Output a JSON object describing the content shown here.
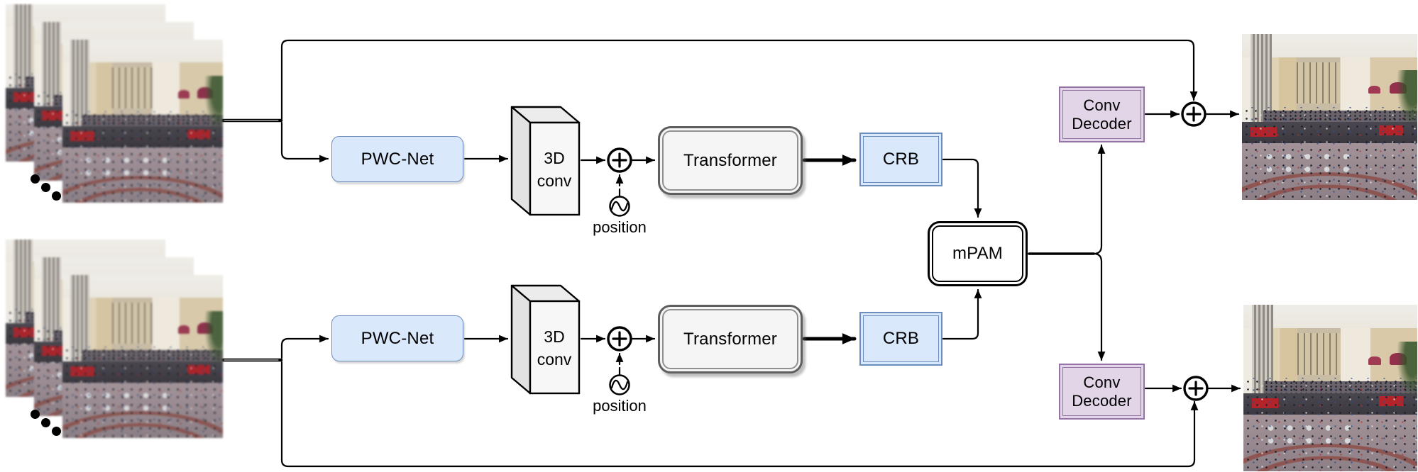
{
  "figure": {
    "kind": "model-architecture-diagram",
    "labels": {
      "pwc_net": "PWC-Net",
      "conv3d": [
        "3D",
        "conv"
      ],
      "position": "position",
      "transformer": "Transformer",
      "crb": "CRB",
      "mpam": "mPAM",
      "conv_decoder": [
        "Conv",
        "Decoder"
      ]
    },
    "colors": {
      "block-blue-fill": "#dae8fc",
      "block-blue-border": "#6c8ebf",
      "block-gray-fill": "#f5f5f5",
      "block-gray-border": "#5e5e5e",
      "block-purple-fill": "#e1d5e7",
      "block-purple-border": "#9673a6",
      "wire": "#000000"
    },
    "connections": [
      "input frame stack (top) -> PWC-Net -> 3D conv -> plus (with position encoding) -> Transformer -> CRB -> mPAM",
      "input frame stack (bottom) -> PWC-Net -> 3D conv -> plus (with position encoding) -> Transformer -> CRB -> mPAM",
      "mPAM -> Conv Decoder (top) -> plus -> output frame (top)",
      "mPAM -> Conv Decoder (bottom) -> plus -> output frame (bottom)",
      "skip connection: top input -> top output plus",
      "skip connection: bottom input -> bottom output plus"
    ]
  }
}
